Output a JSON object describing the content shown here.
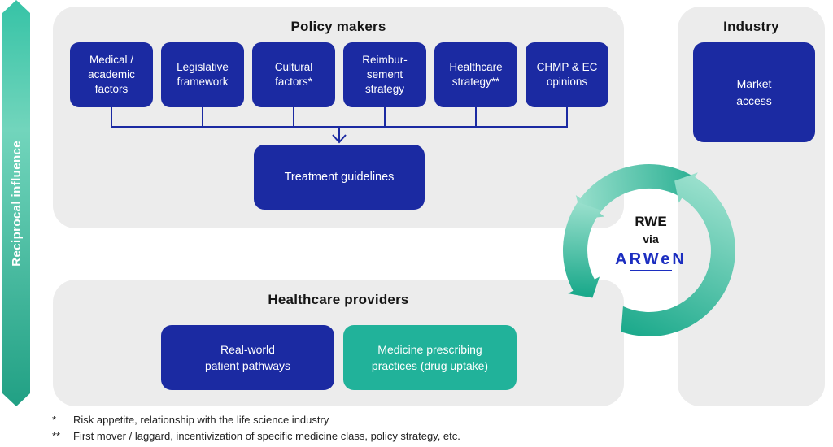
{
  "left_arrow": {
    "label": "Reciprocal influence"
  },
  "policy_makers": {
    "title": "Policy makers",
    "factors": [
      "Medical /\nacademic\nfactors",
      "Legislative\nframework",
      "Cultural\nfactors*",
      "Reimbur-\nsement\nstrategy",
      "Healthcare\nstrategy**",
      "CHMP & EC\nopinions"
    ],
    "treatment_box": "Treatment guidelines"
  },
  "industry": {
    "title": "Industry",
    "market_box": "Market\naccess"
  },
  "healthcare_providers": {
    "title": "Healthcare providers",
    "blue_box": "Real-world\npatient pathways",
    "teal_box": "Medicine prescribing\npractices (drug uptake)"
  },
  "cycle": {
    "line1": "RWE",
    "line2": "via",
    "logo_prefix": "A",
    "logo_underline": "RWe",
    "logo_suffix": "N"
  },
  "footnotes": [
    {
      "marker": "*",
      "text": "Risk appetite, relationship with the life science industry"
    },
    {
      "marker": "**",
      "text": "First mover / laggard, incentivization of specific medicine class, policy strategy, etc."
    }
  ],
  "colors": {
    "blue": "#1B2AA2",
    "teal": "#21B29A",
    "panel_gray": "#ECECEC",
    "line_blue": "#1B2AA2",
    "logo_blue": "#1C2EC0",
    "title_color": "#151515",
    "box_text": "#FFFFFF",
    "footnote_color": "#222222",
    "arrow_teal_top": "#36C3A6",
    "arrow_teal_mid": "#72D5BC",
    "arrow_teal_bottom": "#21A084",
    "cycle_light": "#9AE0CD",
    "cycle_dark": "#1BA98B",
    "background": "#FFFFFF"
  }
}
